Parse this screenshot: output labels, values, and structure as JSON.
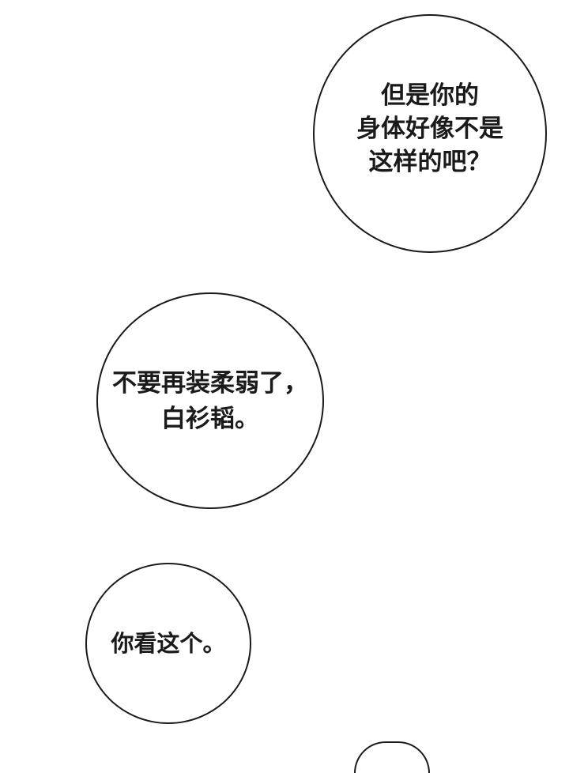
{
  "bubbles": [
    {
      "lines": [
        "但是你的",
        "身体好像不是",
        "这样的吧？"
      ]
    },
    {
      "lines": [
        "不要再装柔弱了，",
        "白衫韬。"
      ]
    },
    {
      "lines": [
        "你看这个。"
      ]
    }
  ],
  "colors": {
    "background": "#ffffff",
    "ink": "#1a1a1a"
  }
}
